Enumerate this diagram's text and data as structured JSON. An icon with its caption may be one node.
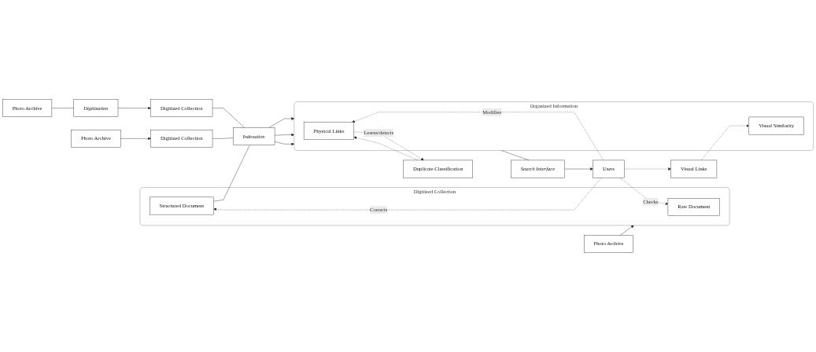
{
  "diagram": {
    "nodes": [
      {
        "text": [
          "Photo Archive"
        ]
      },
      {
        "text": [
          "Digitized Collection"
        ]
      },
      {
        "text": [
          "Raw Document"
        ],
        "in": 1
      },
      {
        "text": [
          "Structured Document"
        ],
        "in": 1
      },
      {
        "text": [
          "Photo Archive"
        ]
      },
      {
        "text": [
          "Digitization"
        ]
      },
      {
        "text": [
          "Digitized Collection"
        ]
      },
      {
        "text": [
          "Photo Archive"
        ]
      },
      {
        "text": [
          "Digitized Collection"
        ]
      },
      {
        "text": [
          "Indexation"
        ]
      },
      {
        "text": [
          "Organized Information"
        ]
      },
      {
        "text": [
          "Physical Links"
        ],
        "in": 10
      },
      {
        "text": [
          "Visual Similarity"
        ],
        "in": 10
      },
      {
        "text": [
          "Duplicate Classification"
        ]
      },
      {
        "text": [
          "Visual Links"
        ]
      },
      {
        "text": [
          "Search Interface"
        ]
      },
      {
        "text": [
          "Users"
        ]
      }
    ],
    "edges": [
      {
        "from": 0,
        "to": 1,
        "arrow": "to"
      },
      {
        "from": 4,
        "to": 5,
        "arrow": "none"
      },
      {
        "from": 5,
        "to": 6,
        "arrow": "to"
      },
      {
        "from": 7,
        "to": 8,
        "arrow": "to"
      },
      {
        "from": 3,
        "to": 9,
        "arrow": "none"
      },
      {
        "from": 6,
        "to": 9,
        "arrow": "none"
      },
      {
        "from": 8,
        "to": 9,
        "arrow": "none"
      },
      {
        "from": 9,
        "to": 10,
        "arrow": "to"
      },
      {
        "from": 9,
        "to": 10,
        "arrow": "to"
      },
      {
        "from": 9,
        "to": 10,
        "arrow": "to"
      },
      {
        "from": 11,
        "to": 13,
        "arrow": "to",
        "label": "Learns/detects",
        "style": "dashed"
      },
      {
        "from": 13,
        "to": 11,
        "arrow": "to",
        "style": "dashed"
      },
      {
        "from": 14,
        "to": 12,
        "arrow": "to",
        "style": "dashed"
      },
      {
        "from": 10,
        "to": 15,
        "arrow": "none"
      },
      {
        "from": 15,
        "to": 16,
        "arrow": "to"
      },
      {
        "from": 16,
        "to": 2,
        "arrow": "to",
        "label": "Checks",
        "style": "dashed"
      },
      {
        "from": 16,
        "to": 3,
        "arrow": "to",
        "label": "Corrects",
        "style": "dashed"
      },
      {
        "from": 16,
        "to": 11,
        "arrow": "to",
        "label": "Modifies",
        "style": "dashed"
      },
      {
        "from": 16,
        "to": 14,
        "arrow": "to",
        "style": "dashed"
      }
    ]
  }
}
